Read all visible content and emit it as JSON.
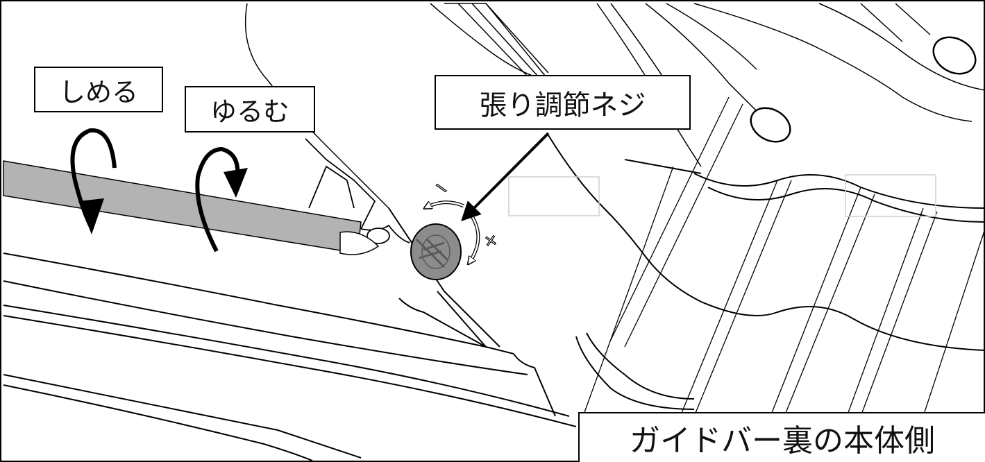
{
  "labels": {
    "tighten": "しめる",
    "loosen": "ゆるむ",
    "tension_screw": "張り調節ネジ",
    "body_side": "ガイドバー裏の本体側"
  },
  "symbols": {
    "minus": "−",
    "plus": "+"
  },
  "colors": {
    "line": "#000000",
    "screwdriver": "#b3b3b3",
    "screw": "#8c8c8c",
    "background": "#ffffff"
  }
}
